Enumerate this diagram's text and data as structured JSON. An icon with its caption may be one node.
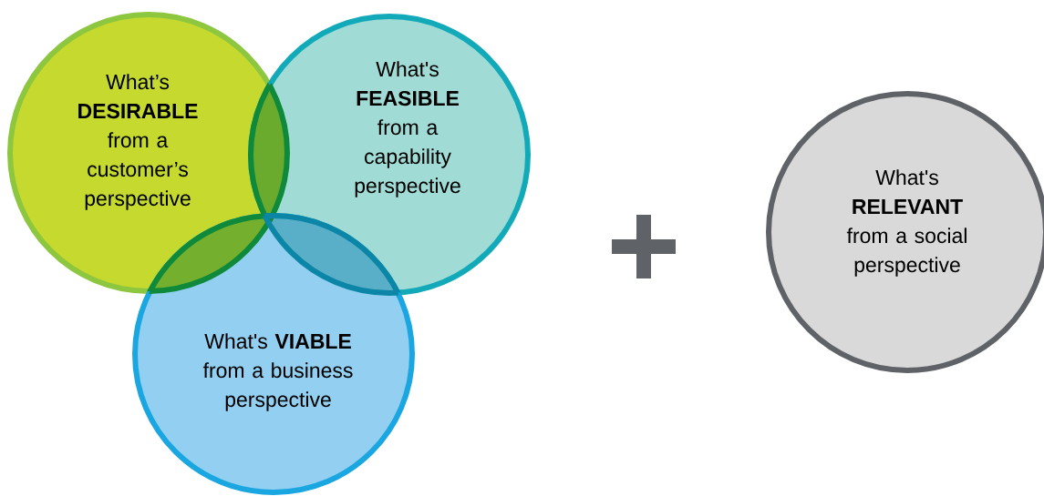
{
  "diagram": {
    "nodes": [
      {
        "text": [
          "What’s **DESIRABLE** from a customer’s perspective"
        ]
      },
      {
        "text": [
          "What's **FEASIBLE** from a capability perspective"
        ]
      },
      {
        "text": [
          "What's **VIABLE** from a business perspective"
        ]
      },
      {
        "text": [
          "What's **RELEVANT** from a social perspective"
        ]
      }
    ],
    "edges": []
  }
}
